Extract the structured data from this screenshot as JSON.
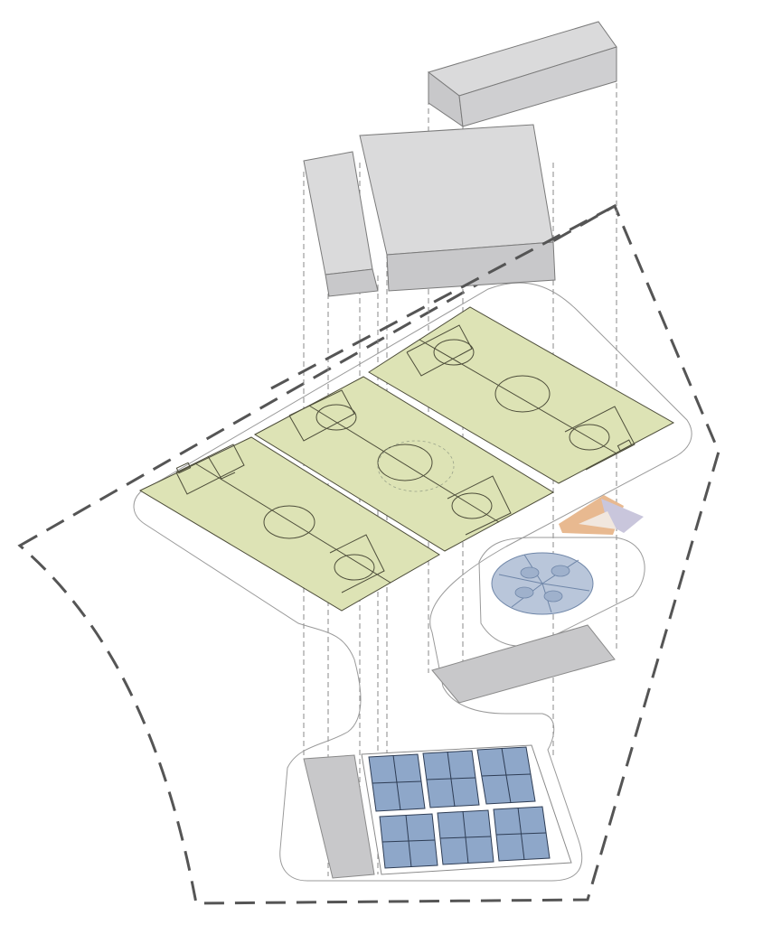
{
  "colors": {
    "background": "#ffffff",
    "pitch_fill": "#dde3b5",
    "pitch_line": "#4d4d3a",
    "building_top": "#dadadb",
    "building_side": "#c8c8ca",
    "building_edge": "#7a7a7a",
    "court_fill": "#8ea7c9",
    "court_line": "#2e3d55",
    "plaza_fill": "#b9c6da",
    "plaza_line": "#6f86a8",
    "kiosk_orange": "#e8b990",
    "kiosk_lilac": "#c9c6dc",
    "parking_fill": "#c8c8ca",
    "boundary": "#555555",
    "projection_dash": "#8a8a8a"
  },
  "elements": {
    "site_boundary": "dashed-site-boundary",
    "football_pitches": 3,
    "tennis_courts": 6,
    "floating_buildings": 3
  }
}
